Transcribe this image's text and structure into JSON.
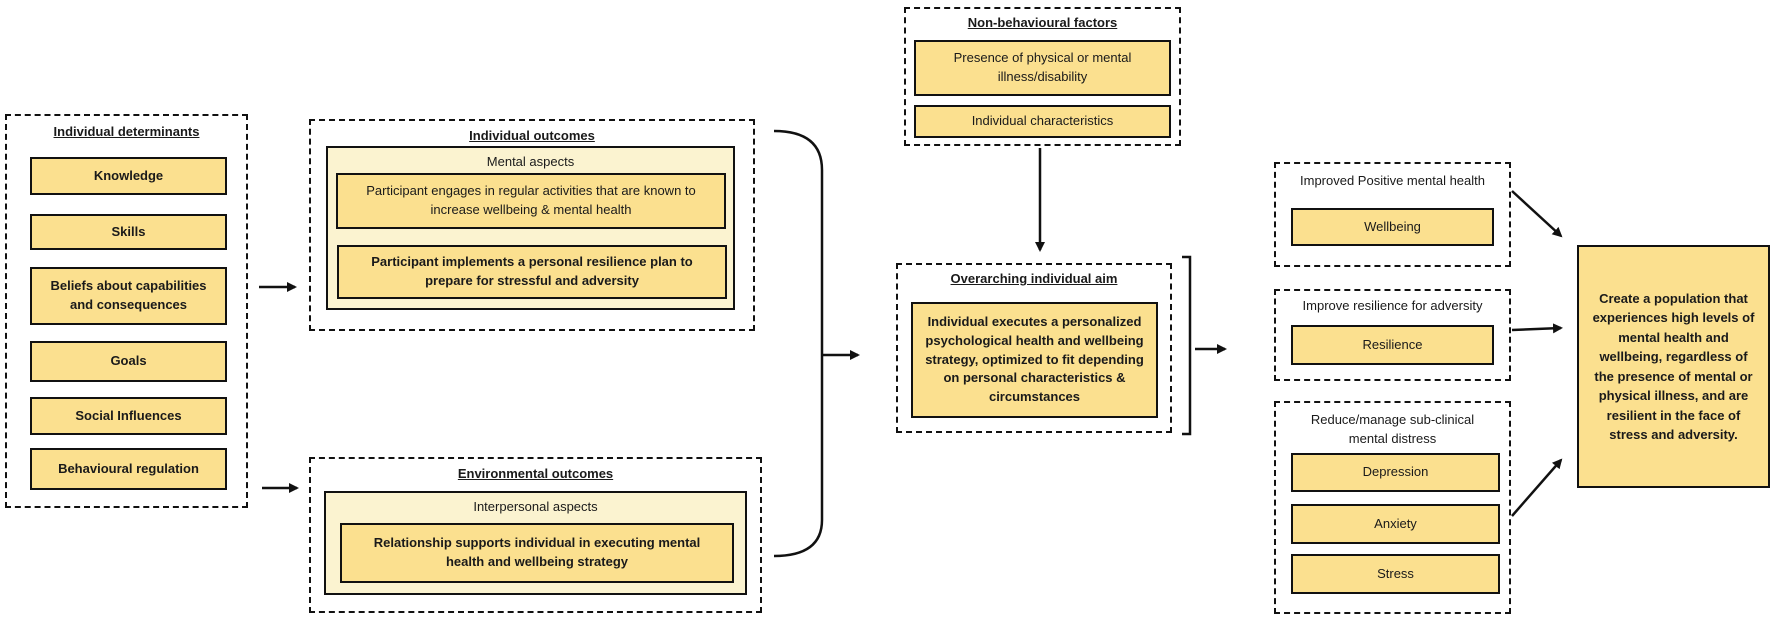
{
  "individual_determinants": {
    "title": "Individual determinants",
    "items": [
      "Knowledge",
      "Skills",
      "Beliefs about capabilities and consequences",
      "Goals",
      "Social Influences",
      "Behavioural regulation"
    ]
  },
  "individual_outcomes": {
    "title": "Individual outcomes",
    "subtitle": "Mental aspects",
    "items": [
      "Participant engages in regular activities that are known to increase wellbeing & mental health",
      "Participant implements a personal resilience plan to prepare for stressful and adversity"
    ]
  },
  "environmental_outcomes": {
    "title": "Environmental outcomes",
    "subtitle": "Interpersonal aspects",
    "items": [
      "Relationship supports individual in executing mental health and wellbeing strategy"
    ]
  },
  "non_behavioural_factors": {
    "title": "Non-behavioural factors",
    "items": [
      "Presence of physical or mental illness/disability",
      "Individual characteristics"
    ]
  },
  "overarching_aim": {
    "title": "Overarching  individual aim",
    "text": "Individual executes a personalized psychological health and wellbeing strategy, optimized to fit depending on personal characteristics & circumstances"
  },
  "positive_mental_health": {
    "title": "Improved Positive mental health",
    "items": [
      "Wellbeing"
    ]
  },
  "resilience_group": {
    "title": "Improve resilience for adversity",
    "items": [
      "Resilience"
    ]
  },
  "distress_group": {
    "title": "Reduce/manage sub-clinical mental distress",
    "items": [
      "Depression",
      "Anxiety",
      "Stress"
    ]
  },
  "final_goal": {
    "text": "Create a population that experiences high levels of mental health and wellbeing, regardless of the presence of mental or physical illness,  and are resilient in the face of stress and adversity."
  },
  "colors": {
    "box_fill": "#fbe08f",
    "panel_fill": "#fbf3d0",
    "border": "#111111"
  }
}
